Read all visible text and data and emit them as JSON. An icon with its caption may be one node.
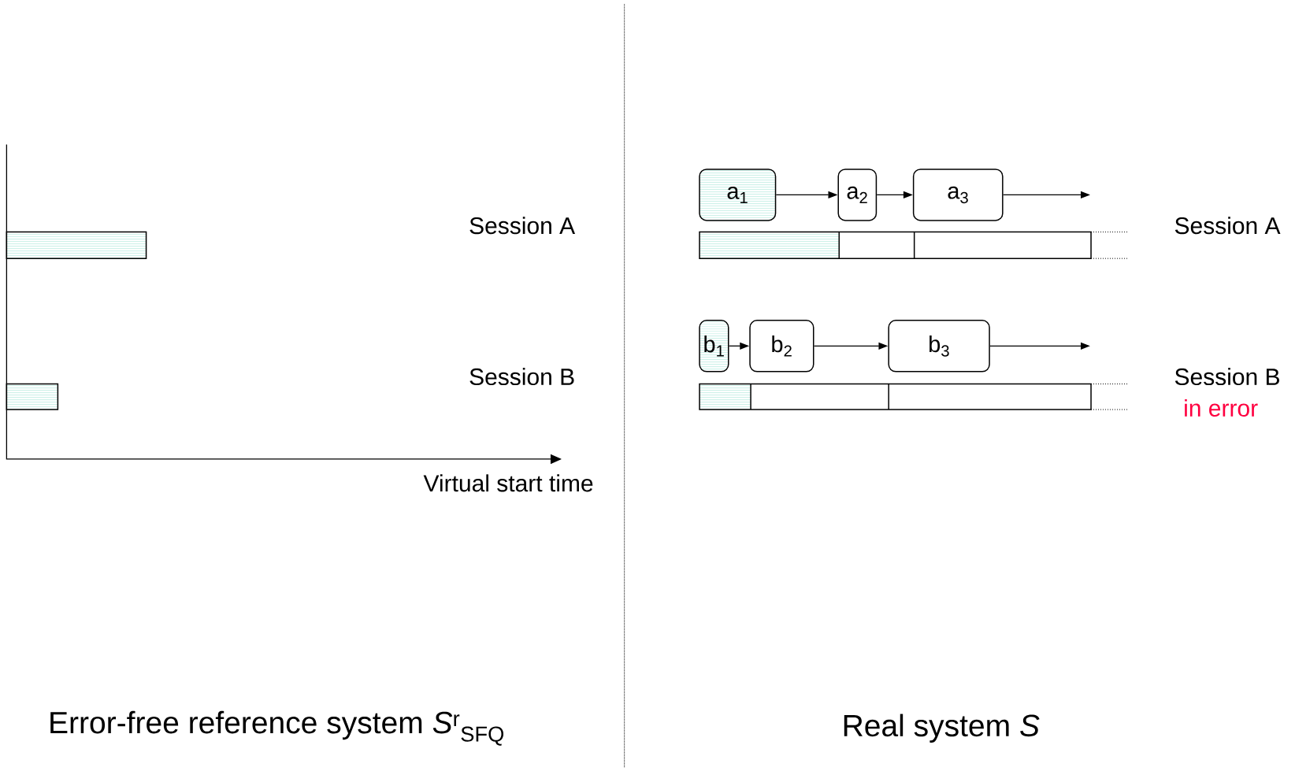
{
  "diagram": {
    "nodes": [
      {
        "text": [
          "a$_{1}$"
        ]
      },
      {
        "text": [
          "a$_{2}$"
        ]
      },
      {
        "text": [
          "a$_{3}$"
        ]
      },
      {
        "text": [
          "b$_{1}$"
        ]
      },
      {
        "text": [
          "b$_{2}$"
        ]
      },
      {
        "text": [
          "b$_{3}$"
        ]
      }
    ],
    "edges": [
      {
        "from": 0,
        "to": 1,
        "arrow": "to"
      },
      {
        "from": 1,
        "to": 2,
        "arrow": "to"
      },
      {
        "from": 2,
        "to": null,
        "arrow": "to"
      },
      {
        "from": 3,
        "to": 4,
        "arrow": "to"
      },
      {
        "from": 4,
        "to": 5,
        "arrow": "to"
      },
      {
        "from": 5,
        "to": null,
        "arrow": "to"
      }
    ],
    "labels": [
      "Session A",
      "Session A",
      "Session B",
      "Session B",
      "in error",
      "Virtual start time",
      "Error-free reference system *S*$^{r}$$_{SFQ}$",
      "Real system *S*"
    ]
  }
}
